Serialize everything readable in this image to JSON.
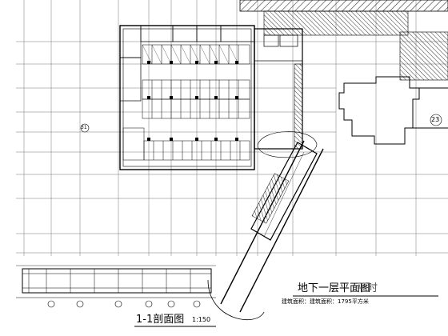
{
  "plan": {
    "title": "地下一层平面图",
    "title_tail": "平时",
    "note": "建筑面积：建筑面积：1795平方米",
    "grid_bubble_right": "23",
    "grid_bubble_left": "31"
  },
  "section": {
    "title": "1-1剖面图",
    "scale": "1:150"
  },
  "colors": {
    "line": "#000000",
    "hatch": "#333333",
    "grid": "#555555"
  }
}
